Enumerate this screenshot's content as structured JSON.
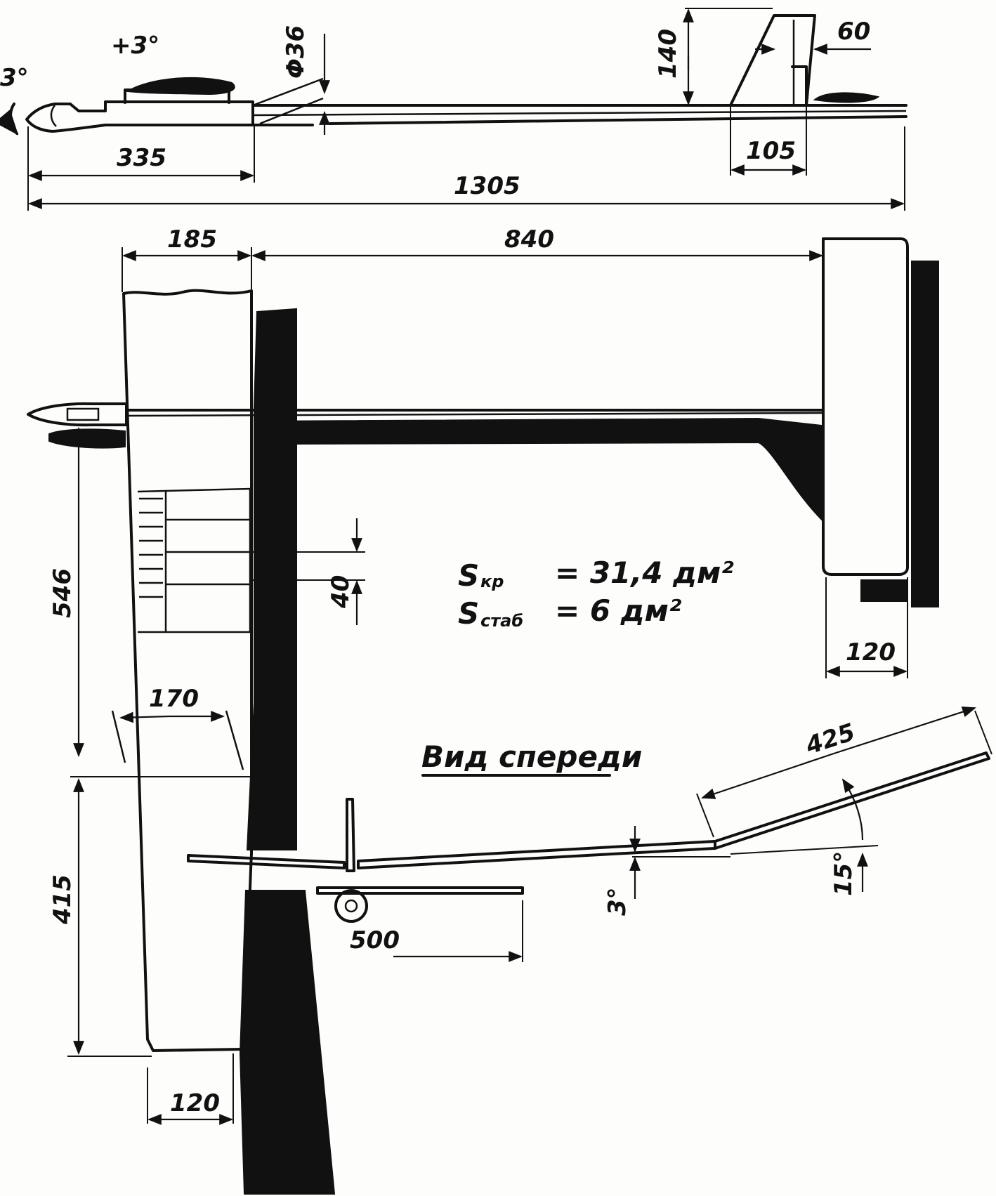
{
  "side_view": {
    "angle_nose": "3°",
    "angle_wing": "+3°",
    "diameter": "Φ36",
    "fin_height": "140",
    "fin_top_chord": "60",
    "fin_root": "105",
    "nose_to_wing": "335",
    "total_length": "1305"
  },
  "top_view": {
    "wing_chord": "185",
    "tail_distance": "840",
    "stab_chord": "120",
    "spar_gap": "40",
    "panel_span_inner": "546",
    "panel_span_outer": "415",
    "tip_chord": "170",
    "wing_tip_width": "120"
  },
  "areas": {
    "wing_label": "S",
    "wing_sub": "кр",
    "wing_value": "= 31,4 дм²",
    "stab_label": "S",
    "stab_sub": "стаб",
    "stab_value": "= 6 дм²"
  },
  "front_view": {
    "title": "Вид спереди",
    "dihedral_inner": "3°",
    "dihedral_outer": "15°",
    "outer_panel": "425",
    "stab_span": "500"
  }
}
